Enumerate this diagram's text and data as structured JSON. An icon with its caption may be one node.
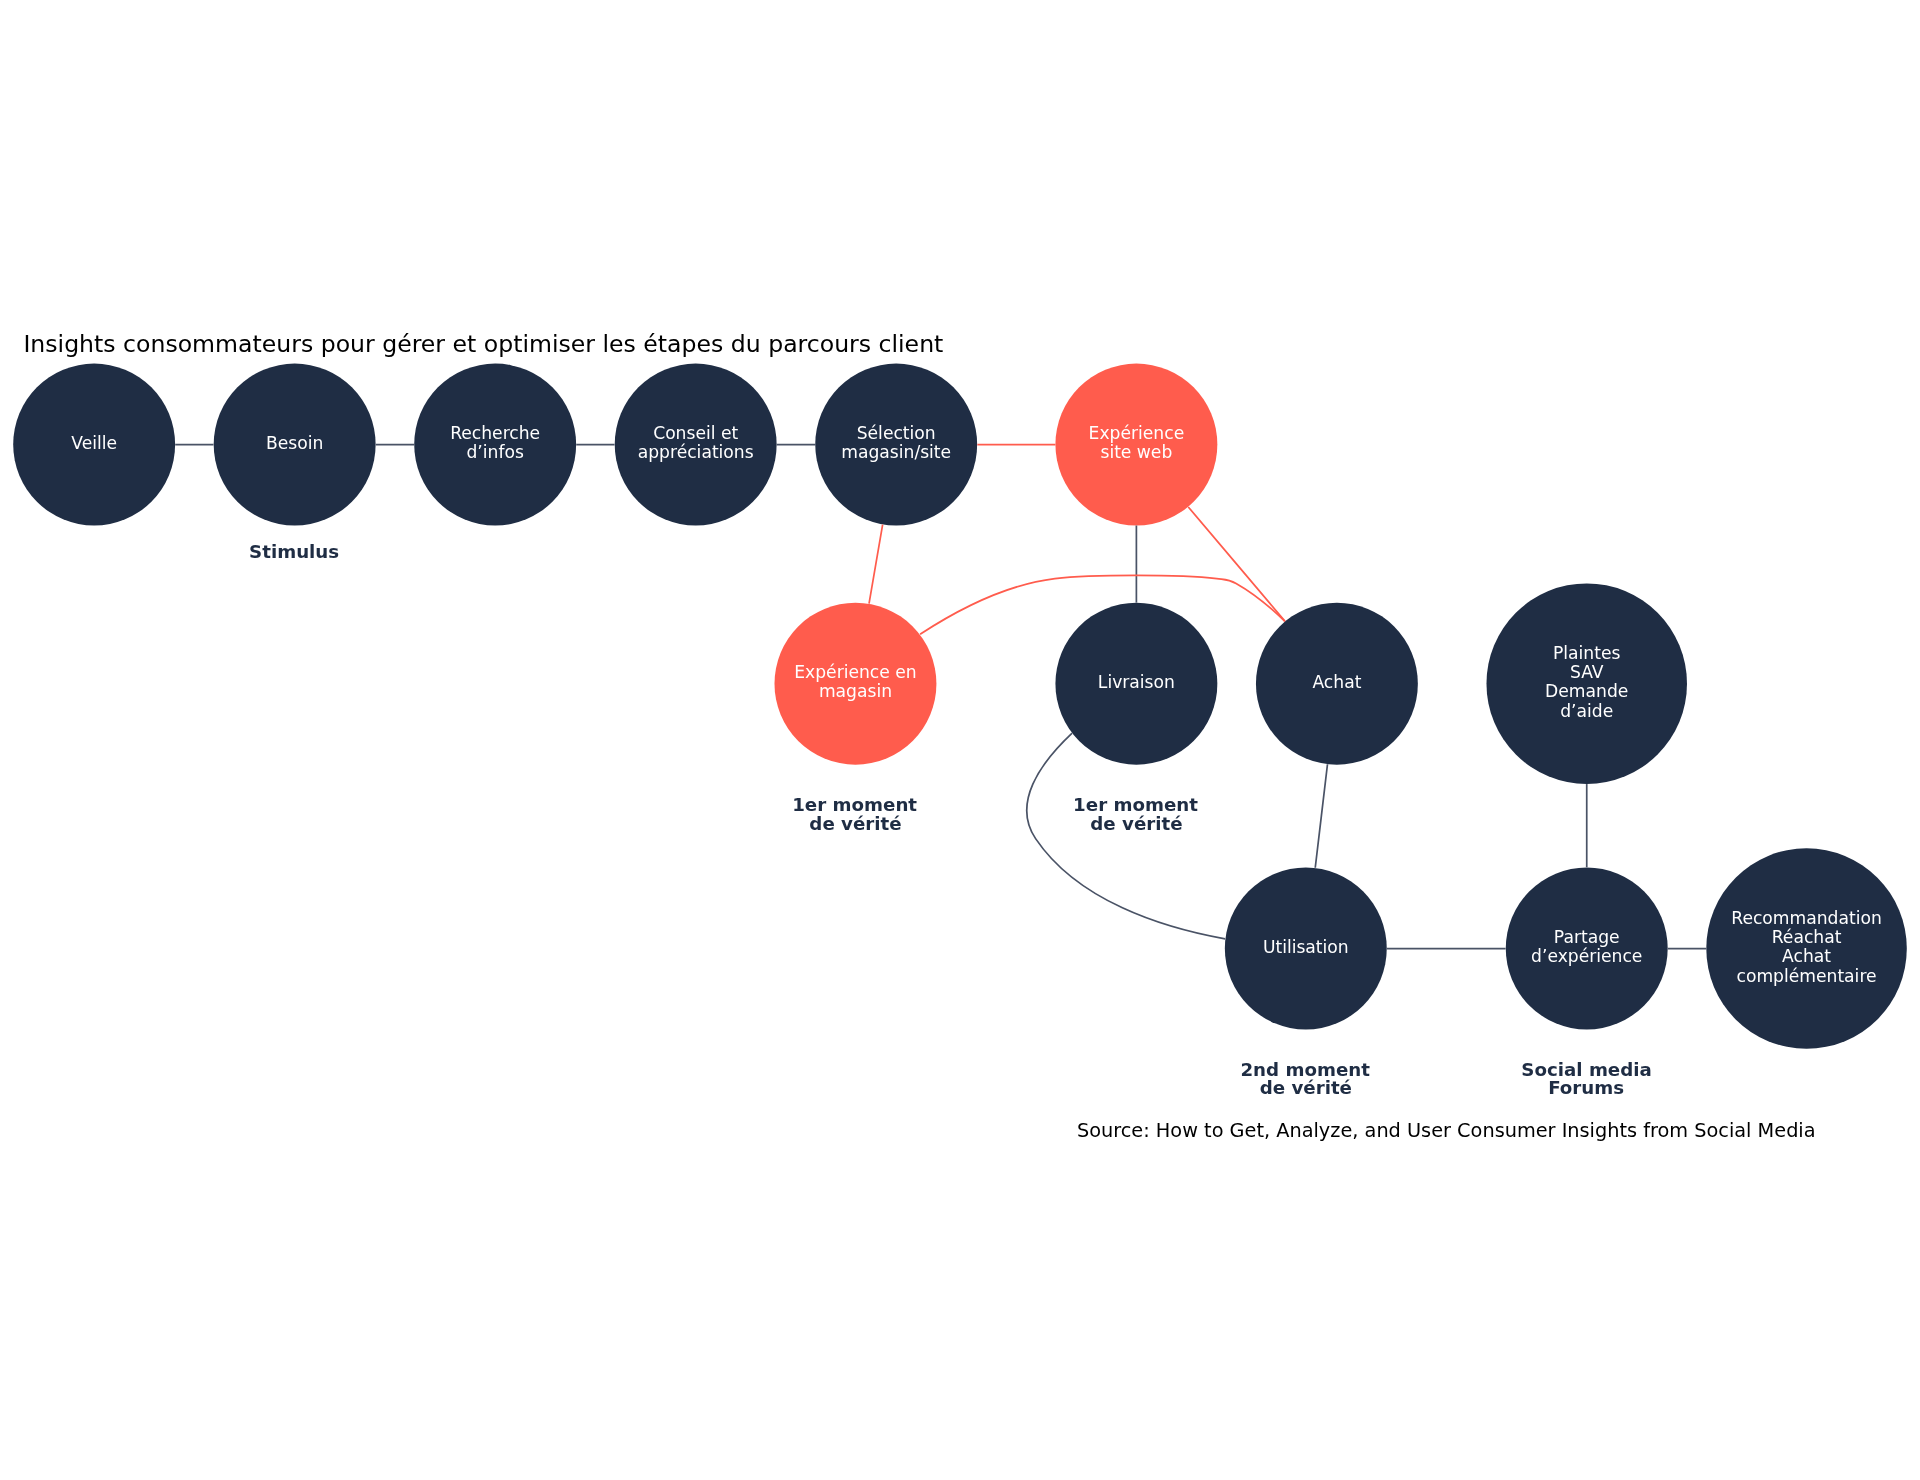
{
  "diagram": {
    "title": "Insights consommateurs pour gérer et optimiser les étapes du parcours client",
    "caption": "Source: How to Get, Analyze, and User Consumer Insights from Social Media",
    "nodes": [
      {
        "text": [
          "Veille"
        ]
      },
      {
        "text": [
          "Besoin"
        ],
        "beside": [
          "Stimulus"
        ]
      },
      {
        "text": [
          "Recherche d’infos"
        ]
      },
      {
        "text": [
          "Conseil et appréciations"
        ]
      },
      {
        "text": [
          "Sélection magasin/site"
        ]
      },
      {
        "text": [
          "Expérience site web"
        ]
      },
      {
        "text": [
          "Achat"
        ]
      },
      {
        "text": [
          "Expérience en magasin"
        ],
        "beside": [
          "1er moment de vérité"
        ]
      },
      {
        "text": [
          "Plaintes",
          "SAV",
          "Demande d’aide"
        ]
      },
      {
        "text": [
          "Livraison"
        ],
        "beside": [
          "1er moment de vérité"
        ]
      },
      {
        "text": [
          "Recommandation",
          "Réachat",
          "Achat complémentaire"
        ]
      },
      {
        "text": [
          "Partage d’expérience"
        ],
        "beside": [
          "Social media Forums"
        ]
      },
      {
        "text": [
          "Utilisation"
        ],
        "beside": [
          "2nd moment de vérité"
        ]
      }
    ],
    "edges": [
      {
        "from": 0,
        "to": 1,
        "arrow": "none"
      },
      {
        "from": 1,
        "to": 2,
        "arrow": "none"
      },
      {
        "from": 2,
        "to": 3,
        "arrow": "none"
      },
      {
        "from": 3,
        "to": 4,
        "arrow": "none"
      },
      {
        "from": 4,
        "to": 5,
        "arrow": "none",
        "color": "#ff5c4d"
      },
      {
        "from": 4,
        "to": 7,
        "arrow": "none",
        "color": "#ff5c4d"
      },
      {
        "from": 7,
        "to": 6,
        "arrow": "none",
        "color": "#ff5c4d"
      },
      {
        "from": 6,
        "to": 5,
        "arrow": "none",
        "color": "#ff5c4d"
      },
      {
        "from": 5,
        "to": 9,
        "arrow": "none"
      },
      {
        "from": 6,
        "to": 12,
        "arrow": "none"
      },
      {
        "from": 9,
        "to": 12,
        "arrow": "none"
      },
      {
        "from": 12,
        "to": 11,
        "arrow": "none"
      },
      {
        "from": 11,
        "to": 8,
        "arrow": "none"
      },
      {
        "from": 11,
        "to": 10,
        "arrow": "none"
      }
    ]
  }
}
